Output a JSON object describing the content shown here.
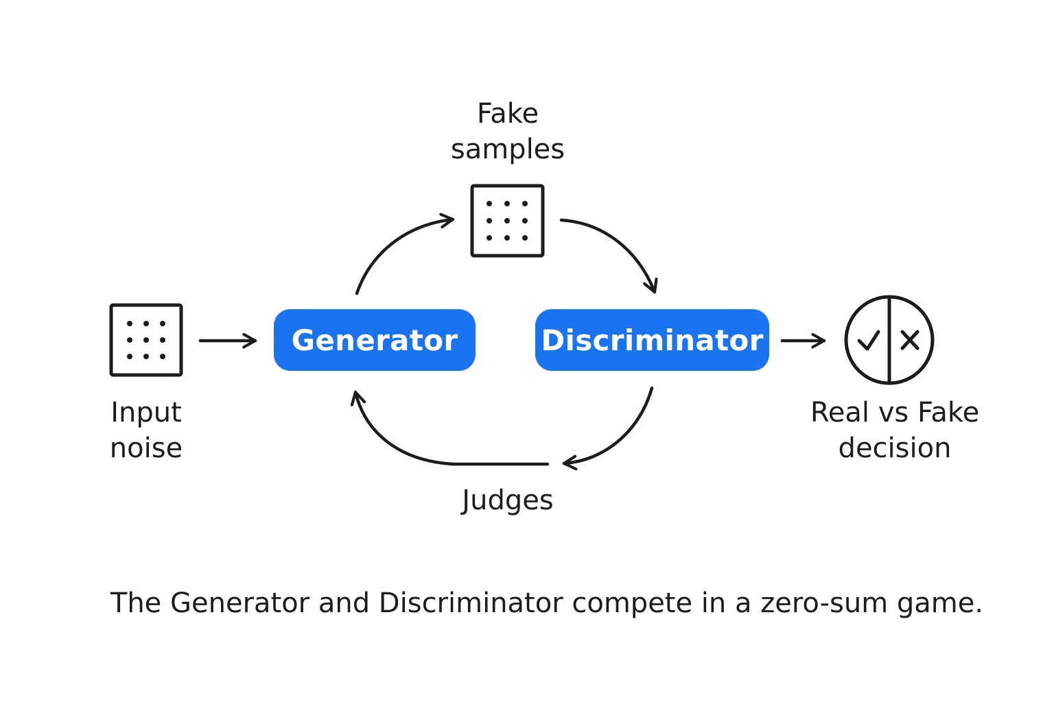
{
  "nodes": {
    "input_noise": {
      "label_line1": "Input",
      "label_line2": "noise"
    },
    "generator": {
      "label": "Generator"
    },
    "fake_samples": {
      "label_line1": "Fake",
      "label_line2": "samples"
    },
    "discriminator": {
      "label": "Discriminator"
    },
    "decision": {
      "label_line1": "Real vs Fake",
      "label_line2": "decision"
    }
  },
  "edges": {
    "judges_label": "Judges"
  },
  "caption": "The Generator and Discriminator compete in a zero-sum game.",
  "colors": {
    "accent": "#1a73f0",
    "stroke": "#1c1c1c"
  },
  "icons": {
    "noise": "dot-grid-icon",
    "samples": "dot-grid-icon",
    "decision": "check-cross-circle-icon"
  }
}
